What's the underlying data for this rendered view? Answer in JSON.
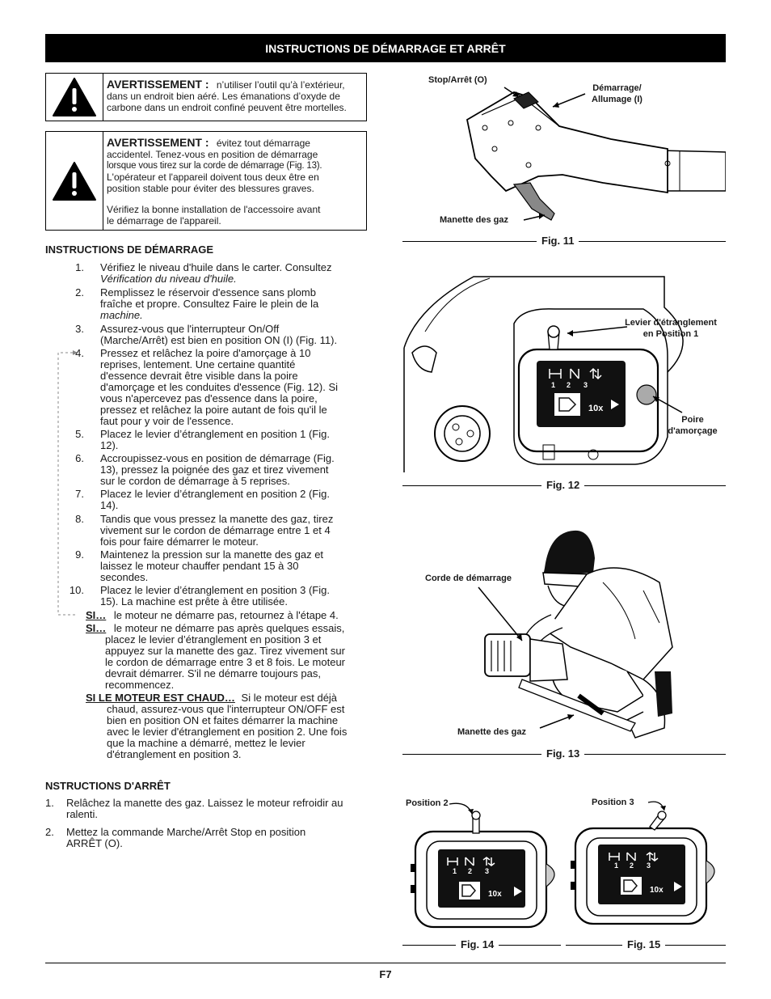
{
  "header": {
    "title": "INSTRUCTIONS DE DÉMARRAGE ET ARRÊT"
  },
  "warnings": [
    {
      "title": "AVERTISSEMENT :",
      "lines": [
        "n’utiliser l’outil qu’à l’extérieur,",
        "dans un endroit bien aéré. Les émanations d’oxyde de",
        "carbone dans un endroit confiné peuvent être mortelles."
      ]
    },
    {
      "title": "AVERTISSEMENT :",
      "lines": [
        "évitez tout démarrage",
        "accidentel. Tenez-vous en position de démarrage",
        "lorsque vous tirez sur la corde de démarrage (Fig. 13).",
        "L'opérateur et l'appareil doivent tous deux être en",
        "position stable pour éviter des blessures graves."
      ],
      "note_lines": [
        "Vérifiez la bonne installation de l'accessoire avant",
        "le démarrage de l'appareil."
      ]
    }
  ],
  "start_section": {
    "heading": "INSTRUCTIONS DE DÉMARRAGE",
    "steps": [
      {
        "num": "1.",
        "lines": [
          "Vérifiez le niveau d'huile dans le carter. Consultez",
          "Vérification du niveau d'huile."
        ]
      },
      {
        "num": "2.",
        "lines": [
          "Remplissez le réservoir d'essence sans plomb",
          "fraîche et propre. Consultez Faire le plein de la",
          "machine."
        ]
      },
      {
        "num": "3.",
        "lines": [
          "Assurez-vous que l'interrupteur On/Off",
          "(Marche/Arrêt) est bien en position ON (I) (Fig. 11)."
        ]
      },
      {
        "num": "4.",
        "lines": [
          "Pressez et relâchez la poire d'amorçage à 10",
          "reprises, lentement. Une certaine quantité",
          "d'essence devrait être visible dans la poire",
          "d'amorçage et les conduites d'essence (Fig. 12). Si",
          "vous n'apercevez pas d'essence dans la poire,",
          "pressez et relâchez la poire autant de fois qu'il le",
          "faut pour y voir de l'essence."
        ]
      },
      {
        "num": "5.",
        "lines": [
          "Placez le levier d’étranglement en position 1 (Fig.",
          "12)."
        ]
      },
      {
        "num": "6.",
        "lines": [
          "Accroupissez-vous en position de démarrage (Fig.",
          "13), pressez la poignée des gaz et tirez vivement",
          "sur le cordon de démarrage à 5 reprises."
        ]
      },
      {
        "num": "7.",
        "lines": [
          "Placez le levier d’étranglement en position 2 (Fig.",
          "14)."
        ]
      },
      {
        "num": "8.",
        "lines": [
          "Tandis que vous pressez la manette des gaz, tirez",
          "vivement sur le cordon de démarrage entre 1 et 4",
          "fois pour faire démarrer le moteur."
        ]
      },
      {
        "num": "9.",
        "lines": [
          "Maintenez la pression sur la manette des gaz et",
          "laissez le moteur chauffer pendant 15 à 30",
          "secondes."
        ]
      },
      {
        "num": "10.",
        "lines": [
          "Placez le levier d’étranglement en position 3 (Fig.",
          "15). La machine est prête à être utilisée."
        ]
      }
    ],
    "si1": {
      "label": "SI…",
      "text": "le moteur ne démarre pas, retournez à l'étape 4."
    },
    "si2": {
      "label": "SI…",
      "lines": [
        "le moteur ne démarre pas après quelques essais,",
        "placez le levier d’étranglement en position 3 et",
        "appuyez sur la manette des gaz. Tirez vivement sur",
        "le cordon de démarrage entre 3 et 8 fois. Le moteur",
        "devrait démarrer. S'il ne démarre toujours pas,",
        "recommencez."
      ]
    },
    "hot": {
      "label": "SI LE MOTEUR EST CHAUD…",
      "lines": [
        "Si le moteur est déjà",
        "chaud, assurez-vous que l'interrupteur ON/OFF est",
        "bien en position ON et faites démarrer la machine",
        "avec le levier d'étranglement en position 2. Une fois",
        "que la machine a démarré, mettez le levier",
        "d'étranglement en position 3."
      ]
    }
  },
  "stop_section": {
    "heading": "NSTRUCTIONS D'ARRÊT",
    "steps": [
      {
        "num": "1.",
        "lines": [
          "Relâchez la manette des gaz. Laissez le moteur refroidir au",
          "ralenti."
        ]
      },
      {
        "num": "2.",
        "lines": [
          "Mettez la commande Marche/Arrêt Stop en position",
          "ARRÊT (O)."
        ]
      }
    ]
  },
  "figures": {
    "fig11": {
      "caption": "Fig. 11",
      "label_stop": "Stop/Arrêt (O)",
      "label_start_1": "Démarrage/",
      "label_start_2": "Allumage (I)",
      "label_throttle": "Manette des gaz"
    },
    "fig12": {
      "caption": "Fig. 12",
      "label_choke_1": "Levier d'étranglement",
      "label_choke_2": "en Position 1",
      "label_primer_1": "Poire",
      "label_primer_2": "d'amorçage",
      "panel_nums": [
        "1",
        "2",
        "3"
      ],
      "panel_count": "10x"
    },
    "fig13": {
      "caption": "Fig. 13",
      "label_cord": "Corde de démarrage",
      "label_throttle": "Manette des gaz"
    },
    "fig14": {
      "caption": "Fig. 14",
      "label": "Position 2",
      "panel_nums": [
        "1",
        "2",
        "3"
      ],
      "panel_count": "10x"
    },
    "fig15": {
      "caption": "Fig. 15",
      "label": "Position 3",
      "panel_nums": [
        "1",
        "2",
        "3"
      ],
      "panel_count": "10x"
    }
  },
  "footer": {
    "page": "F7"
  }
}
